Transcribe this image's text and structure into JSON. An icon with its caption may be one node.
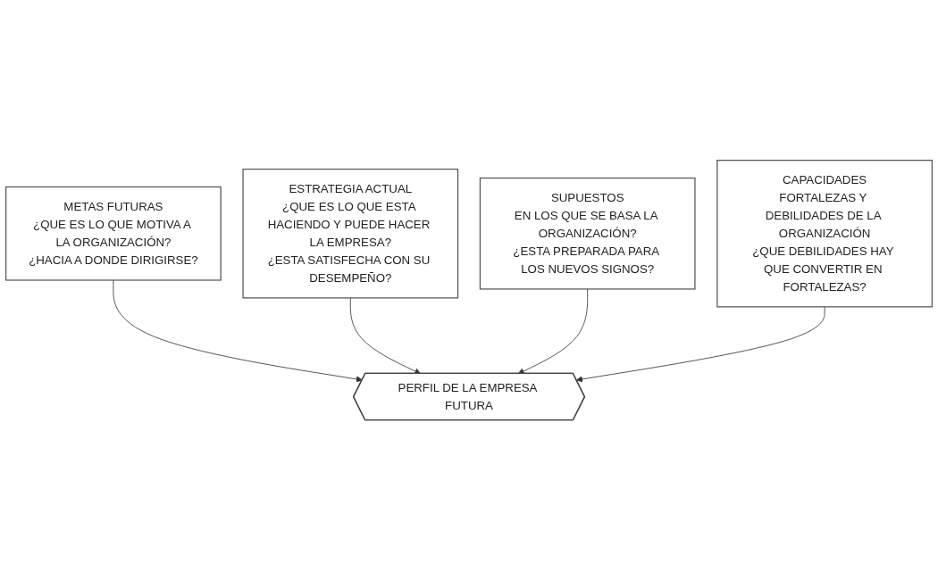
{
  "diagram": {
    "nodes": [
      {
        "text": [
          "METAS FUTURAS",
          "¿QUE ES LO QUE MOTIVA A LA ORGANIZACIÓN?",
          "¿HACIA A DONDE DIRIGIRSE?"
        ]
      },
      {
        "text": [
          "ESTRATEGIA ACTUAL",
          "¿QUE ES LO QUE ESTA HACIENDO Y PUEDE HACER LA EMPRESA?",
          "¿ESTA SATISFECHA CON SU DESEMPEÑO?"
        ]
      },
      {
        "text": [
          "PERFIL DE LA EMPRESA FUTURA"
        ]
      },
      {
        "text": [
          "SUPUESTOS",
          "EN LOS QUE SE BASA LA ORGANIZACIÓN?",
          "¿ESTA PREPARADA PARA LOS NUEVOS SIGNOS?"
        ]
      },
      {
        "text": [
          "CAPACIDADES",
          "FORTALEZAS Y DEBILIDADES DE LA ORGANIZACIÓN",
          "¿QUE DEBILIDADES HAY QUE CONVERTIR EN FORTALEZAS?"
        ]
      }
    ],
    "edges": [
      {
        "from": 0,
        "to": 2,
        "arrow": "to"
      },
      {
        "from": 1,
        "to": 2,
        "arrow": "to"
      },
      {
        "from": 3,
        "to": 2,
        "arrow": "to"
      },
      {
        "from": 4,
        "to": 2,
        "arrow": "to"
      }
    ]
  }
}
